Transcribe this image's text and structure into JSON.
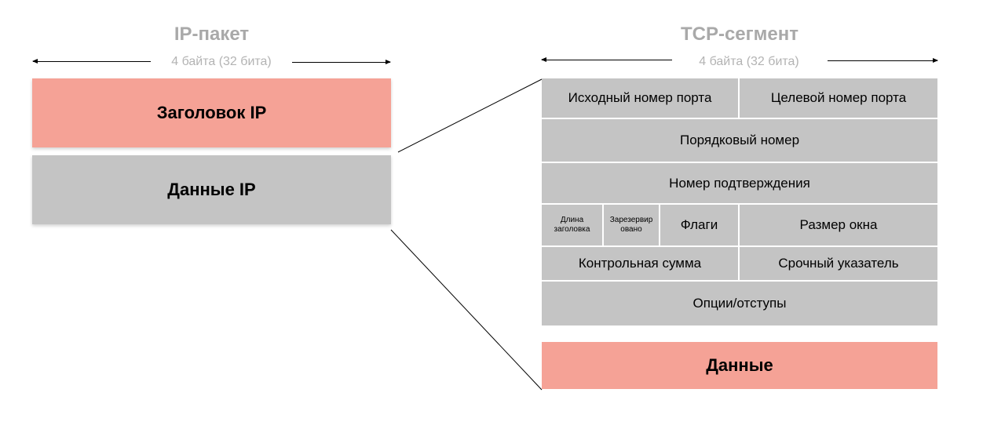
{
  "colors": {
    "header": "#f5a296",
    "data": "#c4c4c4",
    "title": "#a9a9a9",
    "width_label": "#b3b3b3"
  },
  "ip_packet": {
    "title": "IP-пакет",
    "width_label": "4 байта (32 бита)",
    "header_label": "Заголовок IP",
    "data_label": "Данные IP"
  },
  "tcp_segment": {
    "title": "TCP-сегмент",
    "width_label": "4 байта (32 бита)",
    "fields": {
      "source_port": "Исходный номер порта",
      "dest_port": "Целевой номер порта",
      "sequence_number": "Порядковый номер",
      "ack_number": "Номер подтверждения",
      "header_length": "Длина заголовка",
      "reserved": "Зарезервировано",
      "flags": "Флаги",
      "window_size": "Размер окна",
      "checksum": "Контрольная сумма",
      "urgent_pointer": "Срочный указатель",
      "options_padding": "Опции/отступы"
    },
    "small_labels": {
      "header_length": [
        "Длина",
        "заголовка"
      ],
      "reserved": [
        "Зарезервир",
        "овано"
      ]
    },
    "data_label": "Данные"
  }
}
